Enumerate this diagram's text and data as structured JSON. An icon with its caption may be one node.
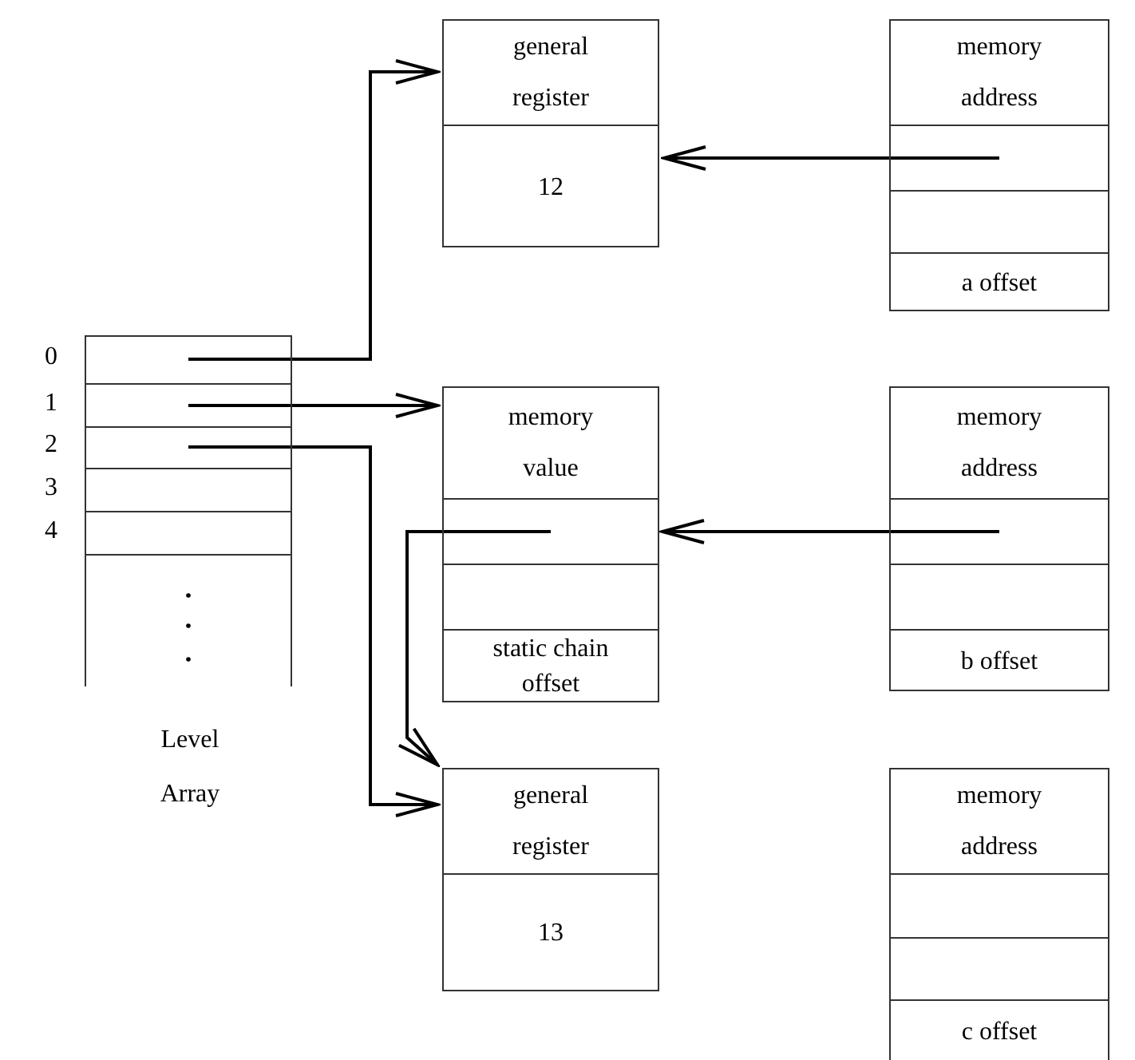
{
  "diagram": {
    "nodes": [
      {
        "text": [
          "Level Array"
        ]
      },
      {
        "text": [],
        "shape": "box",
        "in": 0,
        "beside": [
          "0"
        ]
      },
      {
        "text": [],
        "shape": "box",
        "in": 0,
        "beside": [
          "1"
        ]
      },
      {
        "text": [],
        "shape": "box",
        "in": 0,
        "beside": [
          "2"
        ]
      },
      {
        "text": [],
        "shape": "box",
        "in": 0,
        "beside": [
          "3"
        ]
      },
      {
        "text": [],
        "shape": "box",
        "in": 0,
        "beside": [
          "4"
        ]
      },
      {
        "text": [
          "general register",
          "12"
        ]
      },
      {
        "text": [
          "memory address",
          "a offset"
        ]
      },
      {
        "text": [],
        "shape": "box",
        "in": 7
      },
      {
        "text": [
          "memory value",
          "static chain offset"
        ]
      },
      {
        "text": [],
        "shape": "box",
        "in": 9
      },
      {
        "text": [
          "memory address",
          "b offset"
        ]
      },
      {
        "text": [],
        "shape": "box",
        "in": 11
      },
      {
        "text": [
          "general register",
          "13"
        ]
      },
      {
        "text": [
          "memory address",
          "c offset"
        ]
      },
      {
        "text": [],
        "shape": "box",
        "in": 14
      }
    ],
    "edges": [
      {
        "from": 1,
        "to": 6,
        "arrow": "to"
      },
      {
        "from": 8,
        "to": 6,
        "arrow": "to"
      },
      {
        "from": 2,
        "to": 9,
        "arrow": "to"
      },
      {
        "from": 12,
        "to": 10,
        "arrow": "to"
      },
      {
        "from": 10,
        "to": 13,
        "arrow": "to"
      },
      {
        "from": 3,
        "to": 13,
        "arrow": "to"
      }
    ]
  }
}
